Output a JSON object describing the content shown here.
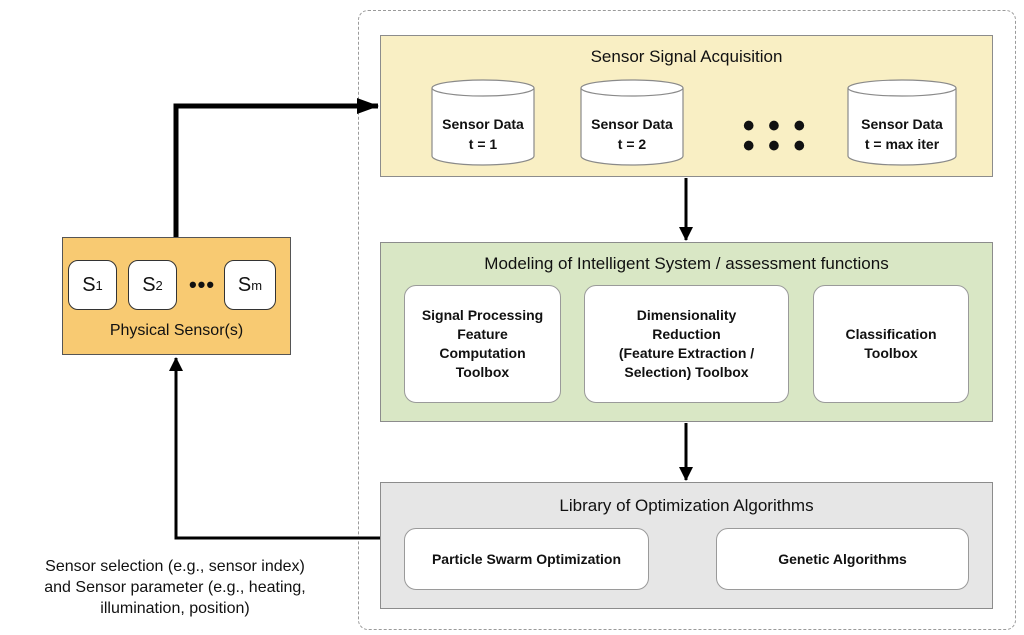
{
  "acquisition": {
    "title": "Sensor Signal Acquisition",
    "cylinders": [
      {
        "line1": "Sensor Data",
        "line2": "t = 1"
      },
      {
        "line1": "Sensor Data",
        "line2": "t = 2"
      },
      {
        "line1": "Sensor Data",
        "line2": "t = max iter"
      }
    ],
    "ellipsis": "• • • • • •"
  },
  "modeling": {
    "title": "Modeling of Intelligent System / assessment functions",
    "boxes": [
      "Signal Processing\nFeature\nComputation\nToolbox",
      "Dimensionality\nReduction\n(Feature Extraction /\nSelection) Toolbox",
      "Classification\nToolbox"
    ]
  },
  "library": {
    "title": "Library of Optimization Algorithms",
    "boxes": [
      "Particle Swarm Optimization",
      "Genetic Algorithms"
    ]
  },
  "sensors": {
    "s1": {
      "base": "S",
      "sub": "1"
    },
    "s2": {
      "base": "S",
      "sub": "2"
    },
    "ellipsis": "•••",
    "sm": {
      "base": "S",
      "sub": "m"
    },
    "label": "Physical Sensor(s)"
  },
  "feedback_caption": [
    "Sensor selection (e.g., sensor index)",
    "and Sensor parameter (e.g., heating,",
    "illumination, position)"
  ],
  "colors": {
    "acquisition_bg": "#f9efc4",
    "modeling_bg": "#d9e7c5",
    "library_bg": "#e6e6e6",
    "sensor_panel_bg": "#f8ca72"
  }
}
